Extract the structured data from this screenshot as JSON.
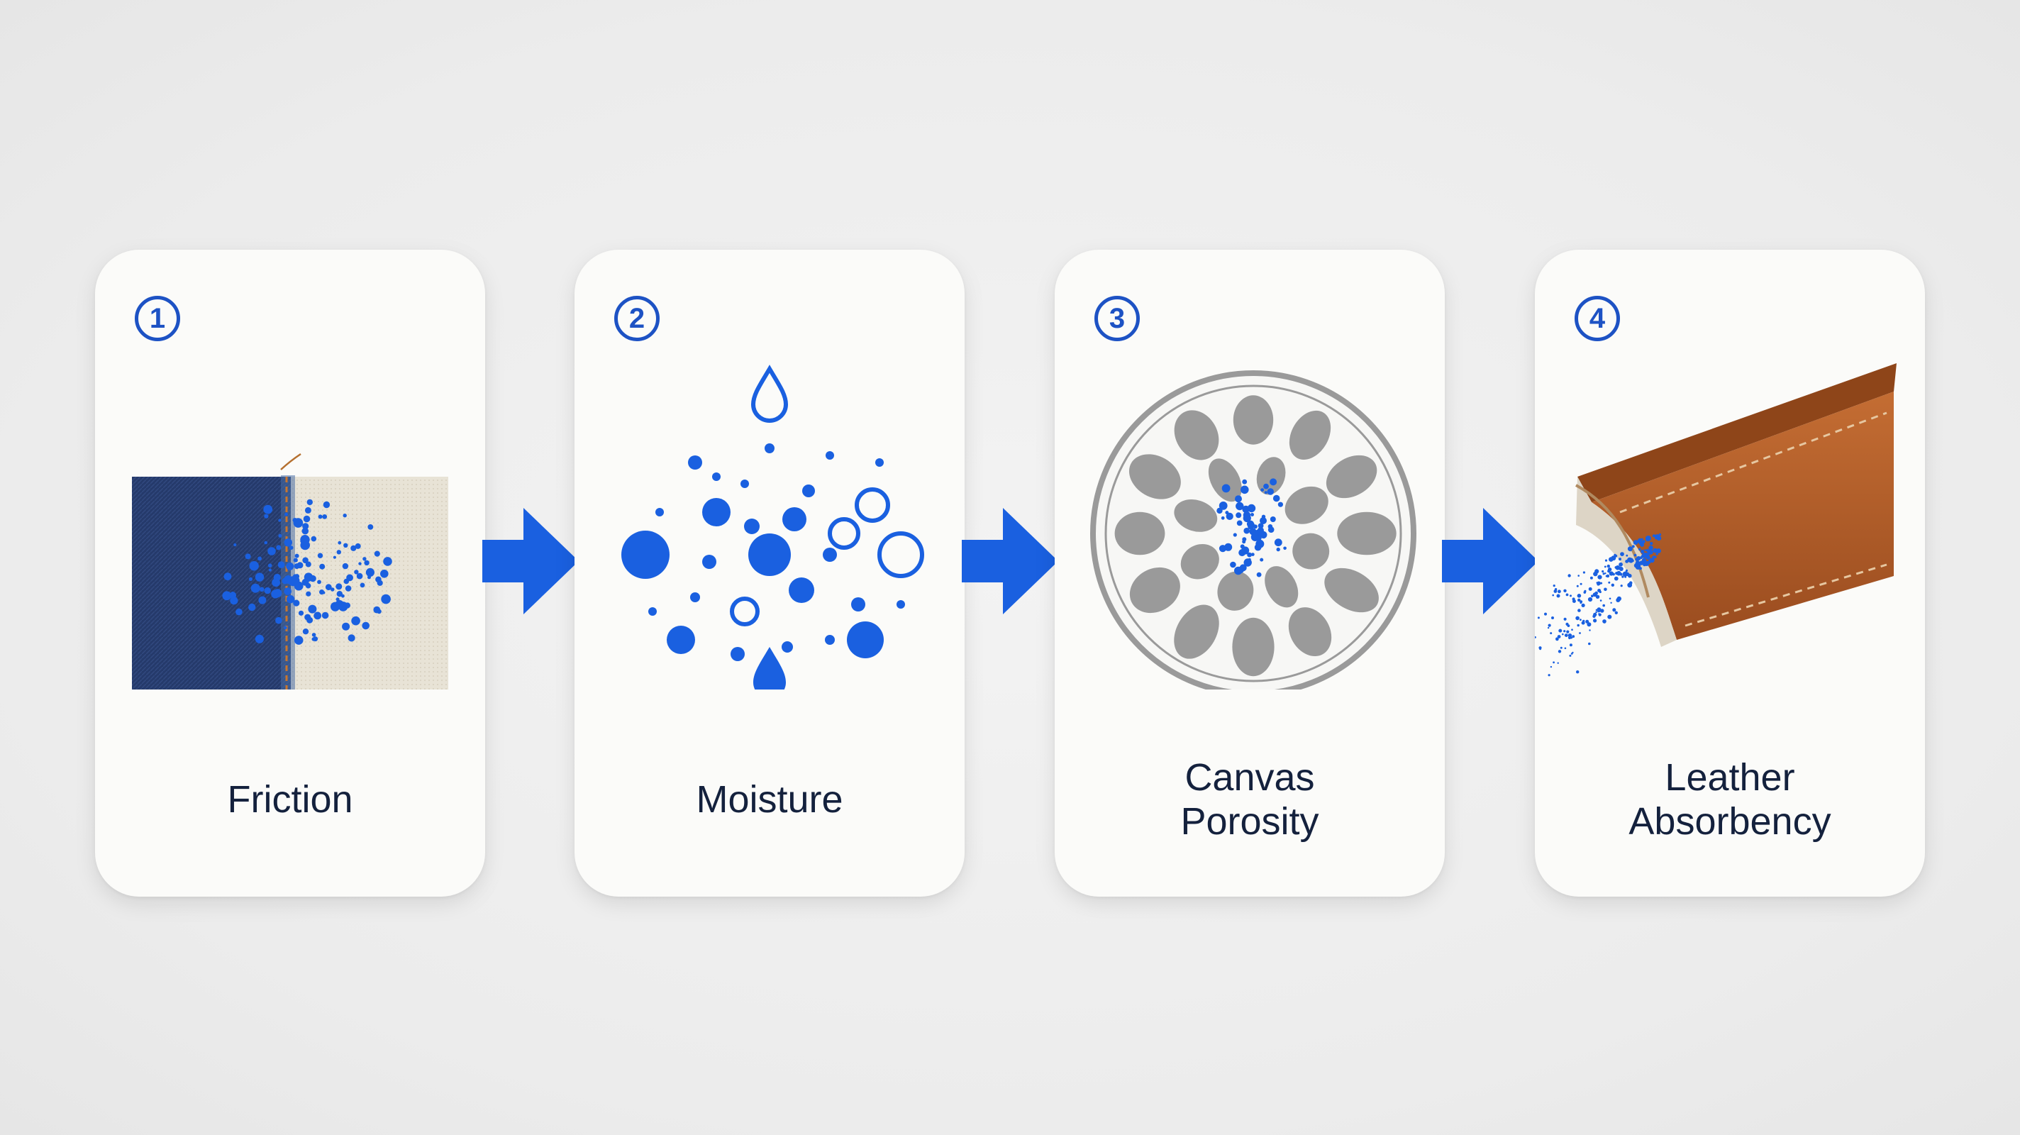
{
  "colors": {
    "accent_blue": "#1d52c4",
    "particle_blue": "#1a60e0",
    "denim": "#253a6b",
    "canvas": "#e8e3d6",
    "leather": "#b5602a",
    "leather_foam": "#ddd5c6",
    "pore_gray": "#9a9a9a",
    "label_text": "#14213d"
  },
  "steps": [
    {
      "number": "1",
      "label": "Friction",
      "icon": "denim-canvas-friction-illustration"
    },
    {
      "number": "2",
      "label": "Moisture",
      "icon": "moisture-droplets-illustration"
    },
    {
      "number": "3",
      "label": "Canvas\nPorosity",
      "icon": "canvas-porosity-cross-section-illustration"
    },
    {
      "number": "4",
      "label": "Leather\nAbsorbency",
      "icon": "leather-edge-absorbency-illustration"
    }
  ],
  "arrows": [
    "right-arrow-icon",
    "right-arrow-icon",
    "right-arrow-icon"
  ]
}
